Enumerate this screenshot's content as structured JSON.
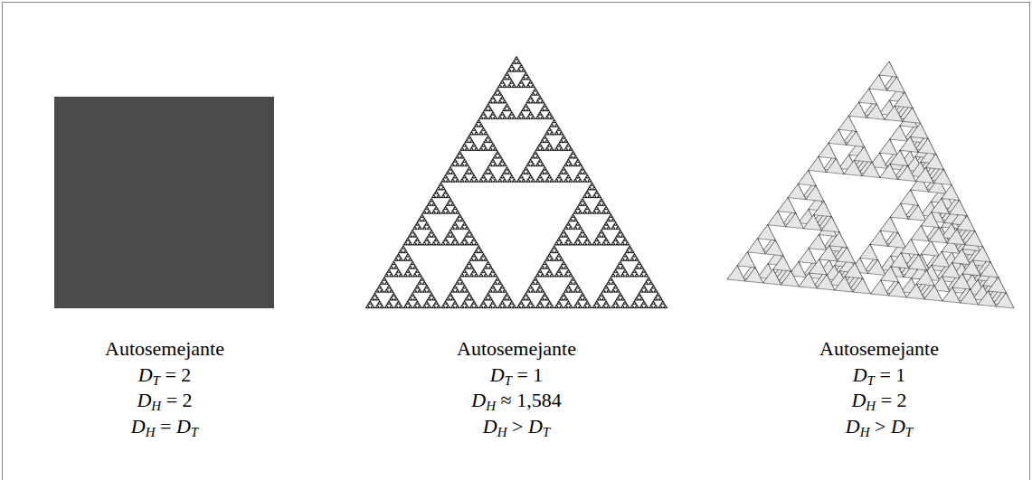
{
  "diagram": {
    "labels": [
      "Autosemejante",
      "DT = 2",
      "DH = 2",
      "DH = DT",
      "Autosemejante",
      "DT = 1",
      "DH ≈ 1,584",
      "DH > DT",
      "Autosemejante",
      "DT = 1",
      "DH = 2",
      "DH > DT"
    ]
  }
}
